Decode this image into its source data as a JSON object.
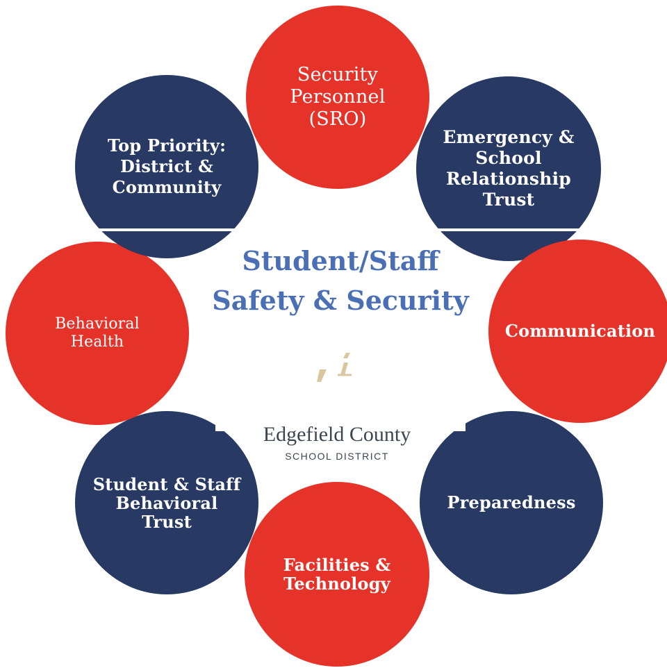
{
  "diagram": {
    "center": {
      "title_line1": "Student/Staff",
      "title_line2": "Safety & Security",
      "district_name": "Edgefield County",
      "district_sub": "SCHOOL DISTRICT"
    },
    "nodes": [
      {
        "id": "sro",
        "label": "Security\nPersonnel\n(SRO)",
        "color": "#e5332a"
      },
      {
        "id": "emergency",
        "label": "Emergency &\nSchool\nRelationship\nTrust",
        "color": "#283a64"
      },
      {
        "id": "communication",
        "label": "Communication",
        "color": "#e5332a"
      },
      {
        "id": "preparedness",
        "label": "Preparedness",
        "color": "#283a64"
      },
      {
        "id": "facilities",
        "label": "Facilities &\nTechnology",
        "color": "#e5332a"
      },
      {
        "id": "student-staff",
        "label": "Student & Staff\nBehavioral\nTrust",
        "color": "#283a64"
      },
      {
        "id": "behavioral-health",
        "label": "Behavioral\nHealth",
        "color": "#e5332a"
      },
      {
        "id": "top-priority",
        "label": "Top Priority:\nDistrict &\nCommunity",
        "color": "#283a64"
      }
    ],
    "colors": {
      "red": "#e5332a",
      "navy": "#283a64",
      "title_blue": "#4a6fb5",
      "logo_gold": "#d9c7a0"
    }
  }
}
